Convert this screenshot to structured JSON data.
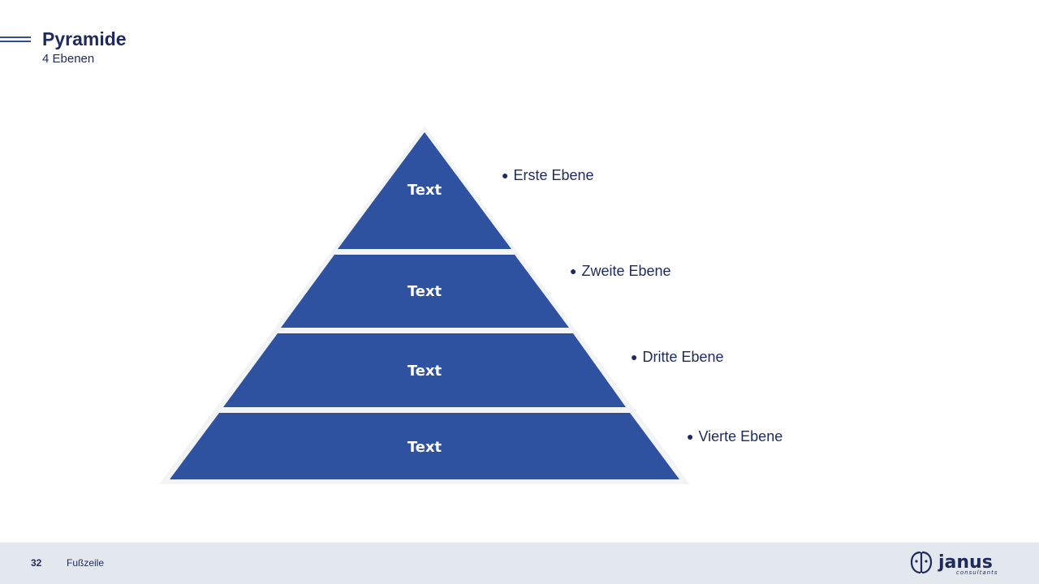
{
  "header": {
    "title": "Pyramide",
    "subtitle": "4 Ebenen"
  },
  "pyramid": {
    "levels": [
      {
        "text": "Text",
        "label": "Erste Ebene"
      },
      {
        "text": "Text",
        "label": "Zweite Ebene"
      },
      {
        "text": "Text",
        "label": "Dritte Ebene"
      },
      {
        "text": "Text",
        "label": "Vierte Ebene"
      }
    ],
    "bullet": "●",
    "fill_color": "#2e52a0"
  },
  "footer": {
    "page_number": "32",
    "text": "Fußzeile",
    "logo_text": "janus",
    "logo_subtext": "consultants"
  },
  "colors": {
    "primary": "#1f2a5c",
    "accent": "#2e52a0",
    "footer_bg": "#e3e8ee"
  }
}
